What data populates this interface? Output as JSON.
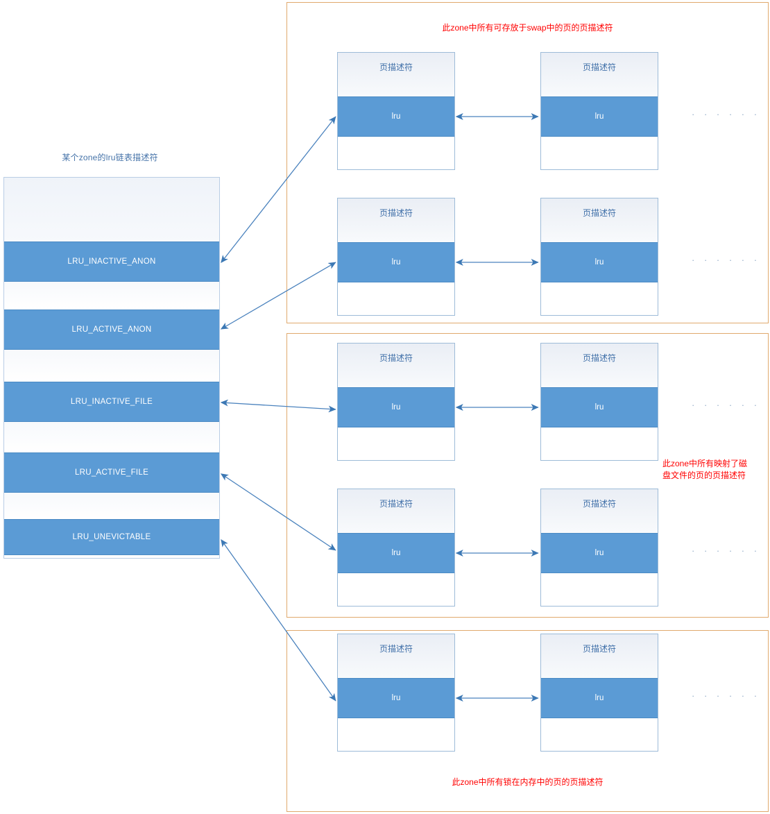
{
  "diagram": {
    "title_left": "某个zone的lru链表描述符",
    "colors": {
      "band_blue": "#5b9bd5",
      "container_orange": "#e0a96d",
      "label_red": "#ff0000",
      "caption_blue": "#4472a8",
      "box_border": "#9dbbd8",
      "arrow": "#3c78b4"
    },
    "lru_list": {
      "caption": "某个zone的lru链表描述符",
      "bands": [
        {
          "label": "LRU_INACTIVE_ANON"
        },
        {
          "label": "LRU_ACTIVE_ANON"
        },
        {
          "label": "LRU_INACTIVE_FILE"
        },
        {
          "label": "LRU_ACTIVE_FILE"
        },
        {
          "label": "LRU_UNEVICTABLE"
        }
      ]
    },
    "zones": [
      {
        "name": "swap-zone",
        "label": "此zone中所有可存放于swap中的页的页描述符",
        "label_position": "top-center",
        "rows": [
          {
            "descriptors": [
              {
                "title": "页描述符",
                "field": "lru"
              },
              {
                "title": "页描述符",
                "field": "lru"
              }
            ],
            "ellipsis": "· · · · · ·"
          },
          {
            "descriptors": [
              {
                "title": "页描述符",
                "field": "lru"
              },
              {
                "title": "页描述符",
                "field": "lru"
              }
            ],
            "ellipsis": "· · · · · ·"
          }
        ]
      },
      {
        "name": "file-mapped-zone",
        "label": "此zone中所有映射了磁\n盘文件的页的页描述符",
        "label_position": "right-bottom",
        "rows": [
          {
            "descriptors": [
              {
                "title": "页描述符",
                "field": "lru"
              },
              {
                "title": "页描述符",
                "field": "lru"
              }
            ],
            "ellipsis": "· · · · · ·"
          },
          {
            "descriptors": [
              {
                "title": "页描述符",
                "field": "lru"
              },
              {
                "title": "页描述符",
                "field": "lru"
              }
            ],
            "ellipsis": "· · · · · ·"
          }
        ]
      },
      {
        "name": "locked-zone",
        "label": "此zone中所有锁在内存中的页的页描述符",
        "label_position": "bottom-center",
        "rows": [
          {
            "descriptors": [
              {
                "title": "页描述符",
                "field": "lru"
              },
              {
                "title": "页描述符",
                "field": "lru"
              }
            ],
            "ellipsis": "· · · · · ·"
          }
        ]
      }
    ]
  }
}
